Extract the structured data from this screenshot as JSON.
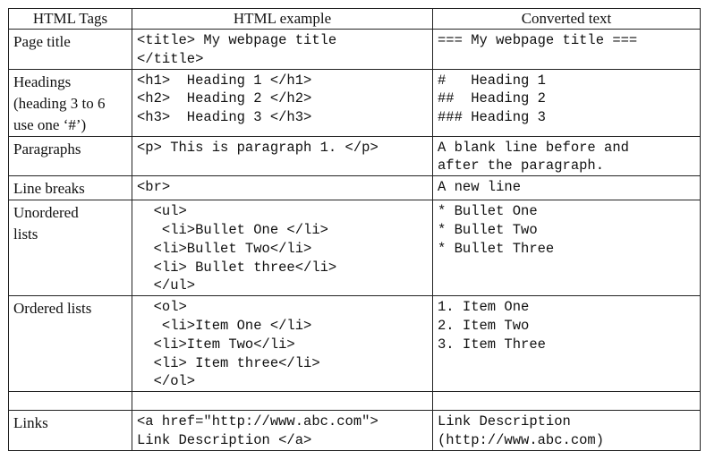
{
  "table": {
    "headers": [
      "HTML Tags",
      "HTML example",
      "Converted text"
    ],
    "rows": [
      {
        "tag": [
          "Page title"
        ],
        "html": [
          "<title> My webpage title",
          "</title>"
        ],
        "converted": [
          "=== My webpage title ==="
        ]
      },
      {
        "tag": [
          "Headings",
          "(heading 3 to 6",
          "use one ‘#’)"
        ],
        "html": [
          "<h1>  Heading 1 </h1>",
          "<h2>  Heading 2 </h2>",
          "<h3>  Heading 3 </h3>"
        ],
        "converted": [
          "#   Heading 1",
          "##  Heading 2",
          "### Heading 3"
        ]
      },
      {
        "tag": [
          "Paragraphs"
        ],
        "html": [
          "<p> This is paragraph 1. </p>"
        ],
        "converted": [
          "A blank line before and",
          "after the paragraph."
        ]
      },
      {
        "tag": [
          "Line breaks"
        ],
        "html": [
          "<br>"
        ],
        "converted": [
          "A new line"
        ]
      },
      {
        "tag": [
          "Unordered",
          "lists"
        ],
        "html": [
          "  <ul>",
          "   <li>Bullet One </li>",
          "  <li>Bullet Two</li>",
          "  <li> Bullet three</li>",
          "  </ul>"
        ],
        "converted": [
          "* Bullet One",
          "* Bullet Two",
          "* Bullet Three"
        ]
      },
      {
        "tag": [
          "Ordered lists"
        ],
        "html": [
          "  <ol>",
          "   <li>Item One </li>",
          "  <li>Item Two</li>",
          "  <li> Item three</li>",
          "  </ol>"
        ],
        "converted": [
          "1. Item One",
          "2. Item Two",
          "3. Item Three"
        ]
      },
      {
        "tag": [],
        "html": [],
        "converted": []
      },
      {
        "tag": [
          "Links"
        ],
        "html": [
          "<a href=\"http://www.abc.com\">",
          "Link Description </a>"
        ],
        "converted": [
          "Link Description",
          "(http://www.abc.com)"
        ]
      }
    ]
  }
}
